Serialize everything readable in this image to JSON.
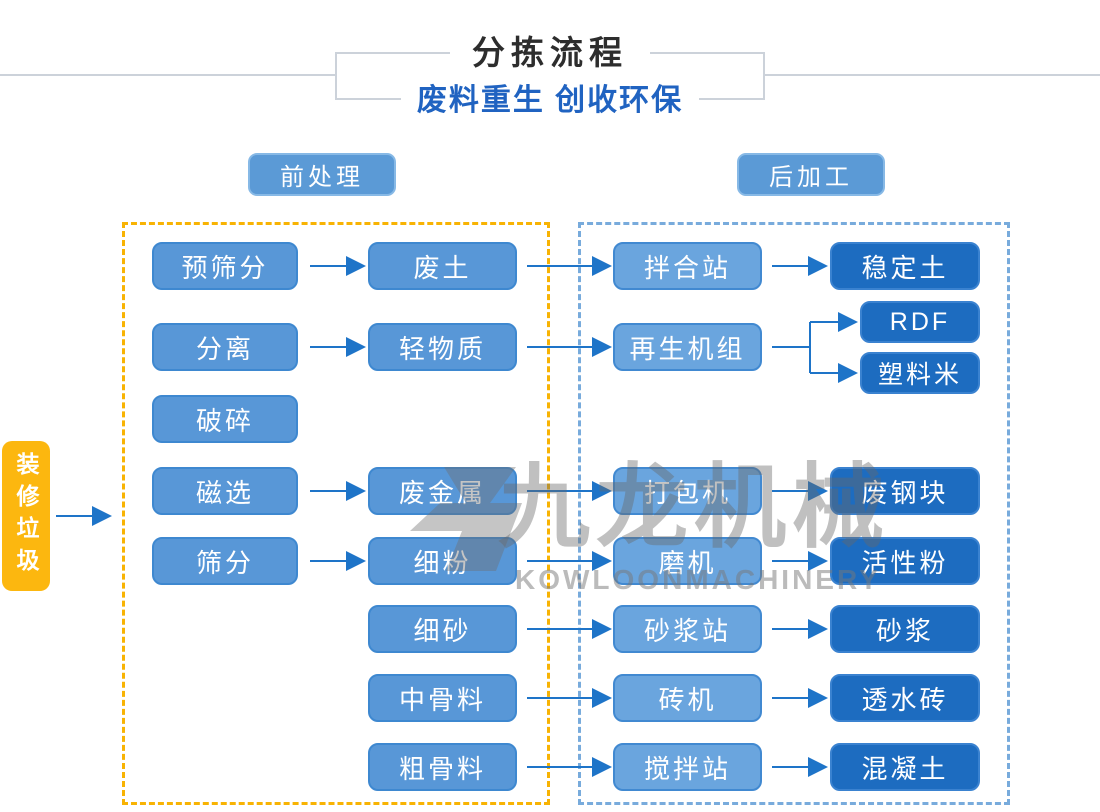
{
  "header": {
    "title": "分拣流程",
    "subtitle": "废料重生 创收环保"
  },
  "sections": {
    "pre_label": "前处理",
    "post_label": "后加工"
  },
  "source": {
    "label": "装修垃圾"
  },
  "columns": {
    "process1": [
      "预筛分",
      "分离",
      "破碎",
      "磁选",
      "筛分"
    ],
    "materials": [
      "废土",
      "轻物质",
      "废金属",
      "细粉",
      "细砂",
      "中骨料",
      "粗骨料"
    ],
    "equipment": [
      "拌合站",
      "再生机组",
      "打包机",
      "磨机",
      "砂浆站",
      "砖机",
      "搅拌站"
    ],
    "products": [
      "稳定土",
      "RDF",
      "塑料米",
      "废钢块",
      "活性粉",
      "砂浆",
      "透水砖",
      "混凝土"
    ]
  },
  "flow_edges": [
    [
      "装修垃圾",
      "前处理"
    ],
    [
      "预筛分",
      "废土"
    ],
    [
      "废土",
      "拌合站"
    ],
    [
      "拌合站",
      "稳定土"
    ],
    [
      "分离",
      "轻物质"
    ],
    [
      "轻物质",
      "再生机组"
    ],
    [
      "再生机组",
      "RDF"
    ],
    [
      "再生机组",
      "塑料米"
    ],
    [
      "磁选",
      "废金属"
    ],
    [
      "废金属",
      "打包机"
    ],
    [
      "打包机",
      "废钢块"
    ],
    [
      "筛分",
      "细粉"
    ],
    [
      "细粉",
      "磨机"
    ],
    [
      "磨机",
      "活性粉"
    ],
    [
      "细砂",
      "砂浆站"
    ],
    [
      "砂浆站",
      "砂浆"
    ],
    [
      "中骨料",
      "砖机"
    ],
    [
      "砖机",
      "透水砖"
    ],
    [
      "粗骨料",
      "搅拌站"
    ],
    [
      "搅拌站",
      "混凝土"
    ]
  ],
  "watermark": {
    "cn": "九龙机械",
    "en": "KOWLOONMACHINERY"
  },
  "colors": {
    "process_box": "#5897d7",
    "equipment_box": "#6aa5de",
    "product_box": "#1d6cc0",
    "source_box": "#fcb70f",
    "pre_dash_border": "#f8b303",
    "post_dash_border": "#78abdc",
    "arrow": "#1e74c8",
    "subtitle_text": "#2063c1",
    "header_line": "#ccd2da"
  }
}
